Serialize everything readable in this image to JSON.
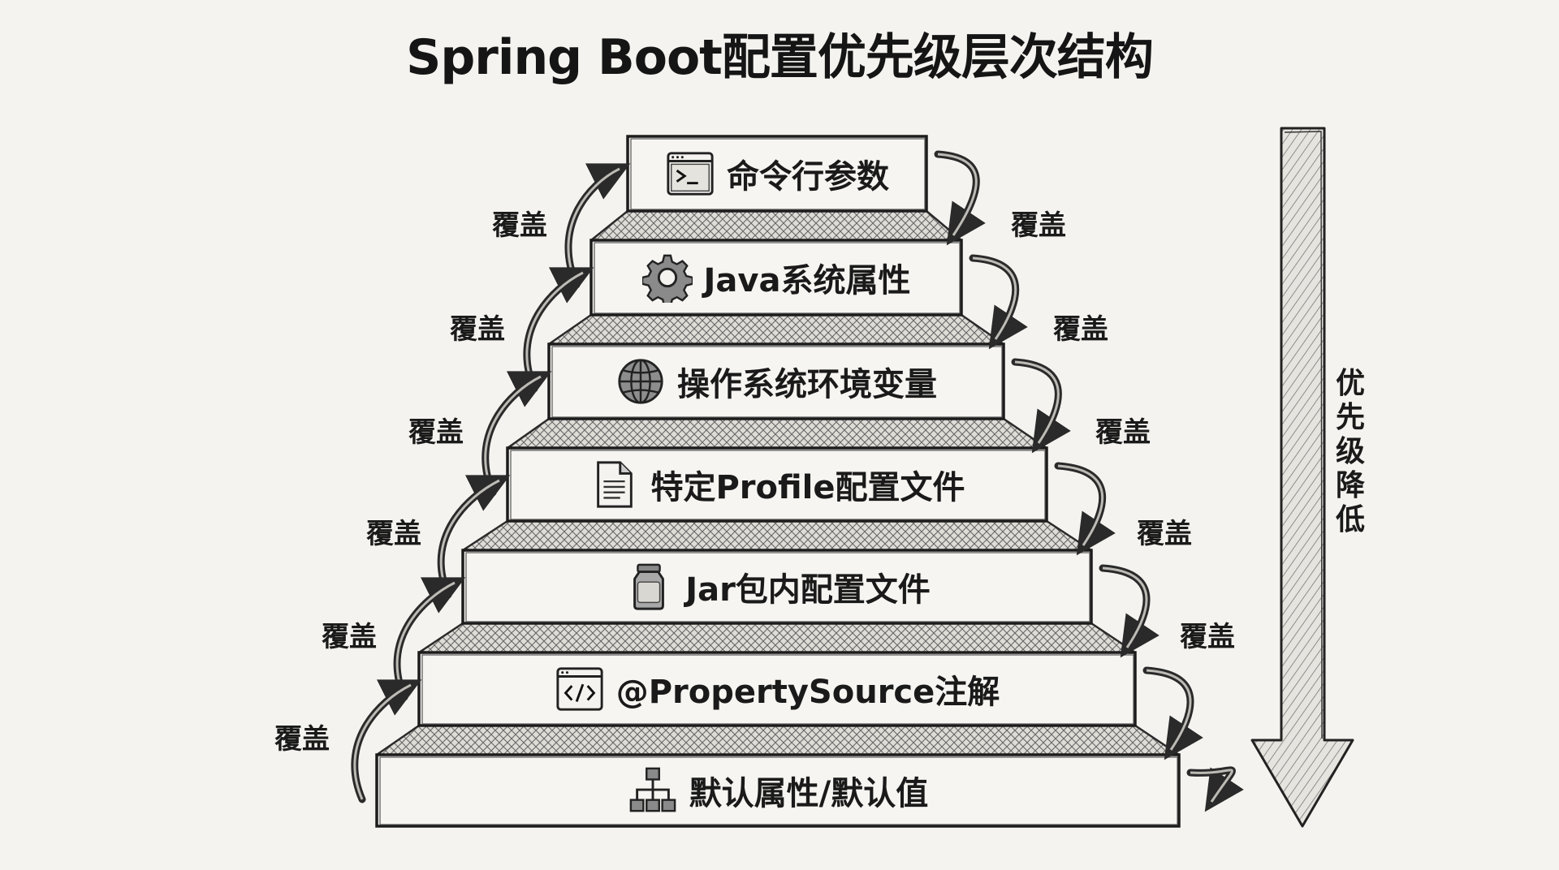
{
  "title": "Spring Boot配置优先级层次结构",
  "tiers": [
    {
      "label": "命令行参数",
      "icon": "terminal-icon"
    },
    {
      "label": "Java系统属性",
      "icon": "gear-icon"
    },
    {
      "label": "操作系统环境变量",
      "icon": "globe-icon"
    },
    {
      "label": "特定Profile配置文件",
      "icon": "document-icon"
    },
    {
      "label": "Jar包内配置文件",
      "icon": "jar-icon"
    },
    {
      "label": "@PropertySource注解",
      "icon": "code-window-icon"
    },
    {
      "label": "默认属性/默认值",
      "icon": "hierarchy-icon"
    }
  ],
  "override_label": "覆盖",
  "priority_label": "优先级降低"
}
